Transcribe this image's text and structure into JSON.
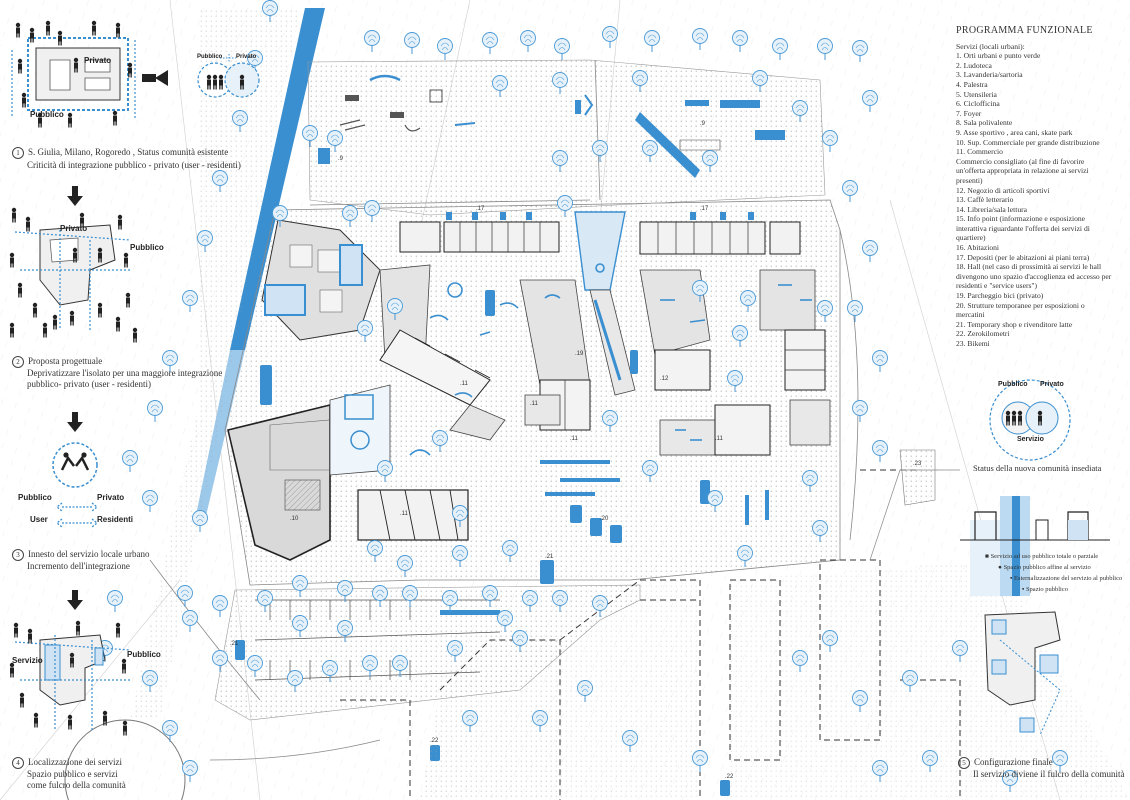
{
  "steps": [
    {
      "number": "1",
      "title": "S. Giulia, Milano, Rogoredo , Status comunità esistente",
      "subtitle": "Criticità di integrazione pubblico - privato (user - residenti)"
    },
    {
      "number": "2",
      "title": "Proposta progettuale",
      "subtitle_line1": "Deprivatizzare l'isolato per una maggiore integrazione",
      "subtitle_line2": "pubblico- privato (user - residenti)"
    },
    {
      "number": "3",
      "title": "Innesto del servizio locale urbano",
      "subtitle": "Incremento dell'integrazione"
    },
    {
      "number": "4",
      "title": "Localizzazione dei servizi",
      "subtitle_line1": "Spazio pubblico e servizi",
      "subtitle_line2": "come fulcro della comunità"
    },
    {
      "number": "5",
      "title": "Configurazione finale",
      "subtitle": "Il servizio diviene il fulcro della comunità"
    }
  ],
  "diagram_labels": {
    "privato": "Privato",
    "pubblico": "Pubblico",
    "user": "User",
    "residenti": "Residenti",
    "servizio": "Servizio"
  },
  "status_title": "Status della nuova comunità insediata",
  "legend": [
    "Servizio ad uso pubblico totale o parziale",
    "Spazio pubblico affine al servizio",
    "Esternalizzazione del servizio al pubblico",
    "Spazio pubblico"
  ],
  "program": {
    "title": "PROGRAMMA FUNZIONALE",
    "items": [
      "Servizi (locali urbani):",
      "1. Orti urbani e punto verde",
      "2. Ludoteca",
      "3. Lavanderia/sartoria",
      "4. Palestra",
      "5. Utensileria",
      "6. Ciclofficina",
      "7. Foyer",
      "8. Sala polivalente",
      "9. Asse sportivo , area cani, skate park",
      "10. Sup. Commerciale per grande distribuzione",
      "11. Commercio",
      "Commercio consigliato (al fine di favorire",
      "un'offerta appropriata in relazione ai servizi",
      "presenti)",
      "12. Negozio di articoli sportivi",
      "13. Caffè letterario",
      "14. Libreria/sala lettura",
      "15. Info point (informazione e esposizione",
      "interattiva riguardante l'offerta dei servizi di",
      "quartiere)",
      "16. Abitazioni",
      "17. Depositi (per le abitazioni ai piani terra)",
      "18. Hall (nel caso di prossimità ai servizi le hall",
      "divengono uno spazio d'accoglienza ed accesso per",
      "residenti e \"service users\")",
      "19. Parcheggio bici (privato)",
      "20. Strutture temporanee  per esposizioni o",
      "mercatini",
      "21. Temporary shop e rivenditore latte",
      "22. Zerokilometri",
      "23. Bikemi"
    ]
  },
  "plan_numbers": [
    ".9",
    ".9",
    ".17",
    ".17",
    ".19",
    ".11",
    ".11",
    ".12",
    ".11",
    ".11",
    ".10",
    ".11",
    ".20",
    ".21",
    ".21",
    ".22",
    ".22",
    ".23"
  ],
  "colors": {
    "accent": "#3a8fd0",
    "dark": "#2a2a2a",
    "building": "#d9d9d9",
    "line": "#555555"
  }
}
